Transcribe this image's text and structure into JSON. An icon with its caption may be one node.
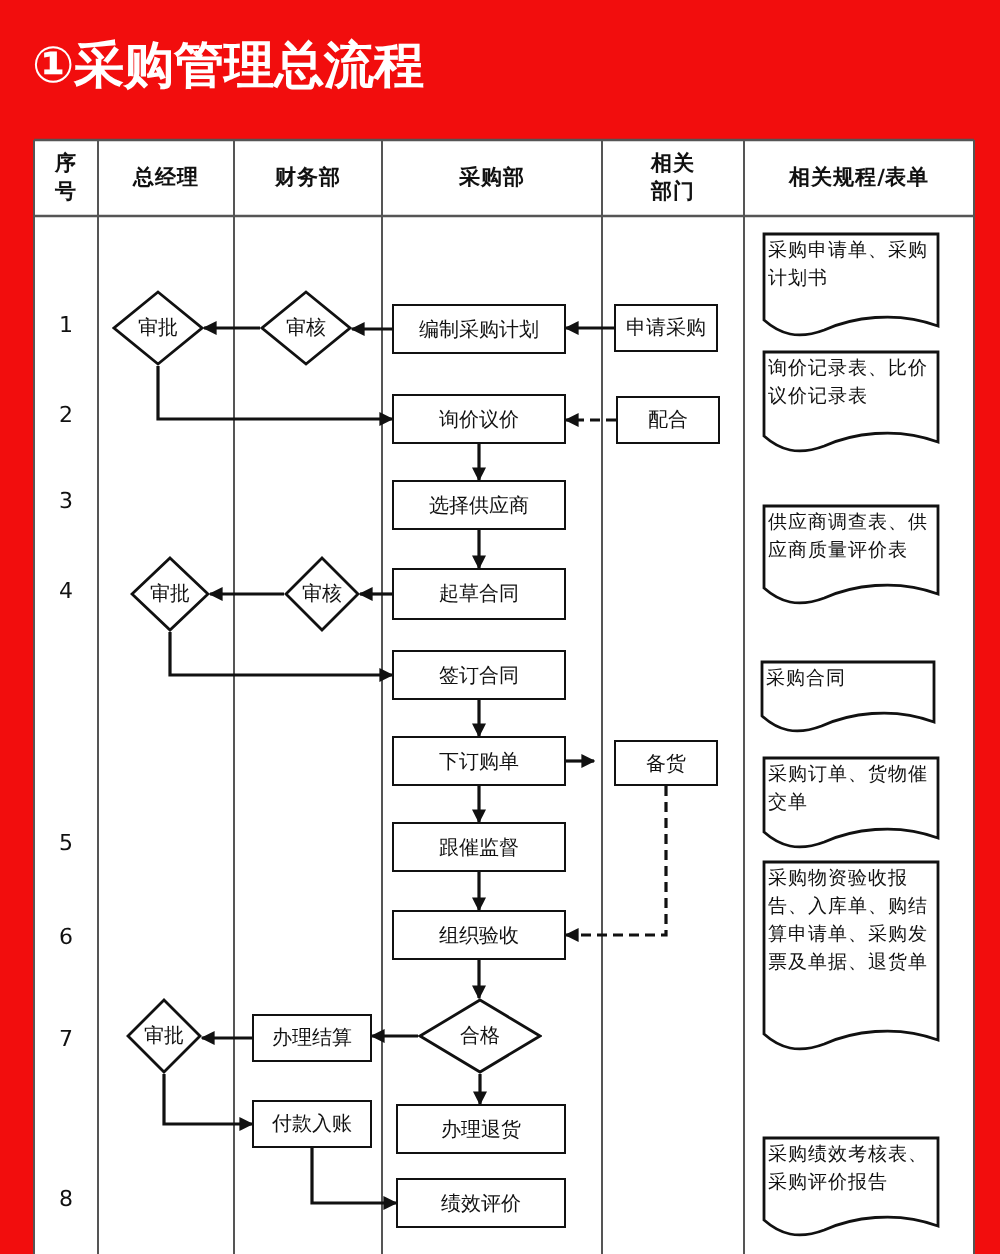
{
  "diagram": {
    "title": "①采购管理总流程",
    "nodes": [
      {
        "text": [
          "审批"
        ]
      },
      {
        "text": [
          "审核"
        ]
      },
      {
        "text": [
          "编制采购计划"
        ]
      },
      {
        "text": [
          "申请采购"
        ]
      },
      {
        "text": [
          "询价议价"
        ]
      },
      {
        "text": [
          "配合"
        ]
      },
      {
        "text": [
          "选择供应商"
        ]
      },
      {
        "text": [
          "审批"
        ]
      },
      {
        "text": [
          "审核"
        ]
      },
      {
        "text": [
          "起草合同"
        ]
      },
      {
        "text": [
          "签订合同"
        ]
      },
      {
        "text": [
          "下订购单"
        ]
      },
      {
        "text": [
          "备货"
        ]
      },
      {
        "text": [
          "跟催监督"
        ]
      },
      {
        "text": [
          "组织验收"
        ]
      },
      {
        "text": [
          "合格"
        ]
      },
      {
        "text": [
          "办理结算"
        ]
      },
      {
        "text": [
          "审批"
        ]
      },
      {
        "text": [
          "付款入账"
        ]
      },
      {
        "text": [
          "办理退货"
        ]
      },
      {
        "text": [
          "绩效评价"
        ]
      },
      {
        "text": [
          "采购申请单、采购计划书"
        ]
      },
      {
        "text": [
          "询价记录表、比价议价记录表"
        ]
      },
      {
        "text": [
          "供应商调查表、供应商质量评价表"
        ]
      },
      {
        "text": [
          "采购合同"
        ]
      },
      {
        "text": [
          "采购订单、货物催交单"
        ]
      },
      {
        "text": [
          "采购物资验收报告、入库单、购结算申请单、采购发票及单据、退货单"
        ]
      },
      {
        "text": [
          "采购绩效考核表、采购评价报告"
        ]
      }
    ],
    "edges": [
      {
        "from": 2,
        "to": 1,
        "arrow": "to"
      },
      {
        "from": 1,
        "to": 0,
        "arrow": "to"
      },
      {
        "from": 3,
        "to": 2,
        "arrow": "to"
      },
      {
        "from": 0,
        "to": 4,
        "arrow": "to"
      },
      {
        "from": 5,
        "to": 4,
        "arrow": "to",
        "style": "dashed"
      },
      {
        "from": 4,
        "to": 6,
        "arrow": "to"
      },
      {
        "from": 6,
        "to": 9,
        "arrow": "to"
      },
      {
        "from": 9,
        "to": 8,
        "arrow": "to"
      },
      {
        "from": 8,
        "to": 7,
        "arrow": "to"
      },
      {
        "from": 7,
        "to": 10,
        "arrow": "to"
      },
      {
        "from": 10,
        "to": 11,
        "arrow": "to"
      },
      {
        "from": 11,
        "to": 12,
        "arrow": "to"
      },
      {
        "from": 11,
        "to": 13,
        "arrow": "to"
      },
      {
        "from": 13,
        "to": 14,
        "arrow": "to"
      },
      {
        "from": 12,
        "to": 14,
        "arrow": "to",
        "style": "dashed"
      },
      {
        "from": 14,
        "to": 15,
        "arrow": "to"
      },
      {
        "from": 15,
        "to": 16,
        "arrow": "to"
      },
      {
        "from": 16,
        "to": 17,
        "arrow": "to"
      },
      {
        "from": 17,
        "to": 18,
        "arrow": "to"
      },
      {
        "from": 15,
        "to": 19,
        "arrow": "to"
      },
      {
        "from": 18,
        "to": 20,
        "arrow": "to"
      }
    ],
    "labels": [
      "序号",
      "总经理",
      "财务部",
      "采购部",
      "相关部门",
      "相关规程/表单",
      "1",
      "2",
      "3",
      "4",
      "5",
      "6",
      "7",
      "8"
    ]
  }
}
